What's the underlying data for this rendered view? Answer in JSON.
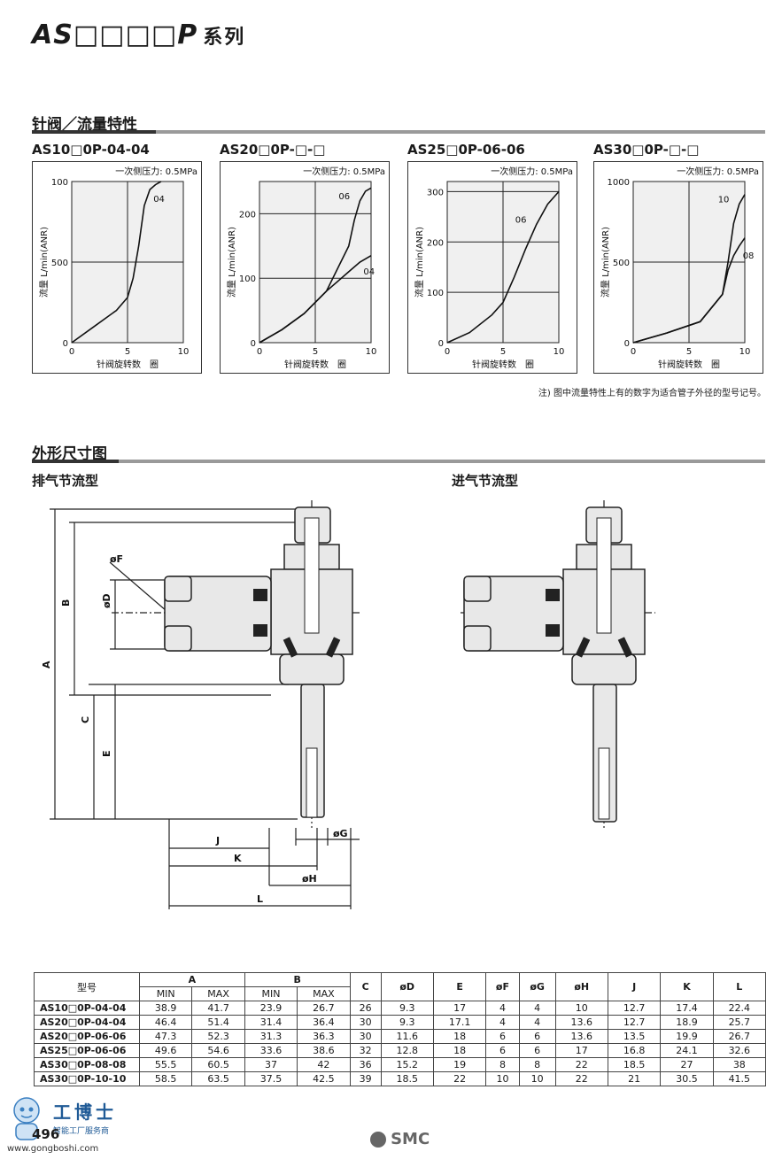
{
  "header": {
    "series_title": "AS□□□□P",
    "series_suffix": "系列"
  },
  "flow_section": {
    "title": "针阀／流量特性",
    "pressure_label": "一次侧压力: 0.5MPa",
    "xlabel": "针阀旋转数　圈",
    "ylabel": "流量 L/min(ANR)",
    "note": "注) 图中流量特性上有的数字为适合管子外径的型号记号。"
  },
  "chart_data": [
    {
      "type": "line",
      "title": "AS10□0P-04-04",
      "xlabel": "针阀旋转数　圈",
      "ylabel": "流量 L/min(ANR)",
      "xlim": [
        0,
        10
      ],
      "ylim": [
        0,
        100
      ],
      "xticks": [
        "0",
        "5",
        "10"
      ],
      "yticks": [
        "100",
        "500"
      ],
      "series": [
        {
          "name": "04",
          "x": [
            0,
            2,
            4,
            5,
            5.5,
            6,
            6.5,
            7,
            7.5,
            8
          ],
          "y": [
            0,
            10,
            20,
            28,
            40,
            60,
            85,
            95,
            98,
            100
          ]
        }
      ]
    },
    {
      "type": "line",
      "title": "AS20□0P-□-□",
      "xlabel": "针阀旋转数　圈",
      "ylabel": "流量 L/min(ANR)",
      "xlim": [
        0,
        10
      ],
      "ylim": [
        0,
        250
      ],
      "xticks": [
        "0",
        "5",
        "10"
      ],
      "yticks": [
        "100",
        "200"
      ],
      "series": [
        {
          "name": "06",
          "x": [
            0,
            2,
            4,
            6,
            8,
            8.5,
            9,
            9.5,
            10
          ],
          "y": [
            0,
            20,
            45,
            80,
            150,
            190,
            220,
            235,
            240
          ]
        },
        {
          "name": "04",
          "x": [
            0,
            2,
            4,
            6,
            8,
            9,
            10
          ],
          "y": [
            0,
            20,
            45,
            80,
            110,
            125,
            135
          ]
        }
      ]
    },
    {
      "type": "line",
      "title": "AS25□0P-06-06",
      "xlabel": "针阀旋转数　圈",
      "ylabel": "流量 L/min(ANR)",
      "xlim": [
        0,
        10
      ],
      "ylim": [
        0,
        320
      ],
      "xticks": [
        "0",
        "5",
        "10"
      ],
      "yticks": [
        "100",
        "200",
        "300"
      ],
      "series": [
        {
          "name": "06",
          "x": [
            0,
            2,
            4,
            5,
            6,
            7,
            8,
            9,
            10
          ],
          "y": [
            0,
            20,
            55,
            80,
            130,
            185,
            235,
            275,
            300
          ]
        }
      ]
    },
    {
      "type": "line",
      "title": "AS30□0P-□-□",
      "xlabel": "针阀旋转数　圈",
      "ylabel": "流量 L/min(ANR)",
      "xlim": [
        0,
        10
      ],
      "ylim": [
        0,
        1000
      ],
      "xticks": [
        "0",
        "5",
        "10"
      ],
      "yticks": [
        "500",
        "1000"
      ],
      "series": [
        {
          "name": "10",
          "x": [
            0,
            3,
            6,
            8,
            8.5,
            9,
            9.5,
            10
          ],
          "y": [
            0,
            60,
            130,
            300,
            500,
            740,
            860,
            920
          ]
        },
        {
          "name": "08",
          "x": [
            0,
            3,
            6,
            8,
            8.5,
            9,
            9.5,
            10
          ],
          "y": [
            0,
            60,
            130,
            300,
            450,
            540,
            600,
            650
          ]
        }
      ]
    }
  ],
  "dims_section": {
    "title": "外形尺寸图",
    "left_label": "排气节流型",
    "right_label": "进气节流型",
    "dim_labels": {
      "A": "A",
      "B": "B",
      "C": "C",
      "E": "E",
      "D": "øD",
      "F": "øF",
      "G": "øG",
      "H": "øH",
      "J": "J",
      "K": "K",
      "L": "L"
    }
  },
  "table": {
    "model_header": "型号",
    "a_header": "A",
    "b_header": "B",
    "min": "MIN",
    "max": "MAX",
    "cols": [
      "C",
      "øD",
      "E",
      "øF",
      "øG",
      "øH",
      "J",
      "K",
      "L"
    ],
    "rows": [
      [
        "AS10□0P-04-04",
        "38.9",
        "41.7",
        "23.9",
        "26.7",
        "26",
        "9.3",
        "17",
        "4",
        "4",
        "10",
        "12.7",
        "17.4",
        "22.4"
      ],
      [
        "AS20□0P-04-04",
        "46.4",
        "51.4",
        "31.4",
        "36.4",
        "30",
        "9.3",
        "17.1",
        "4",
        "4",
        "13.6",
        "12.7",
        "18.9",
        "25.7"
      ],
      [
        "AS20□0P-06-06",
        "47.3",
        "52.3",
        "31.3",
        "36.3",
        "30",
        "11.6",
        "18",
        "6",
        "6",
        "13.6",
        "13.5",
        "19.9",
        "26.7"
      ],
      [
        "AS25□0P-06-06",
        "49.6",
        "54.6",
        "33.6",
        "38.6",
        "32",
        "12.8",
        "18",
        "6",
        "6",
        "17",
        "16.8",
        "24.1",
        "32.6"
      ],
      [
        "AS30□0P-08-08",
        "55.5",
        "60.5",
        "37",
        "42",
        "36",
        "15.2",
        "19",
        "8",
        "8",
        "22",
        "18.5",
        "27",
        "38"
      ],
      [
        "AS30□0P-10-10",
        "58.5",
        "63.5",
        "37.5",
        "42.5",
        "39",
        "18.5",
        "22",
        "10",
        "10",
        "22",
        "21",
        "30.5",
        "41.5"
      ]
    ]
  },
  "footer": {
    "page_number": "496",
    "brand": "SMC",
    "watermark_name": "工博士",
    "watermark_tagline": "智能工厂服务商",
    "watermark_url": "www.gongboshi.com"
  },
  "colors": {
    "rule": "#9a9a9a",
    "ink": "#1a1a1a",
    "watermark": "#3a7fc1"
  }
}
